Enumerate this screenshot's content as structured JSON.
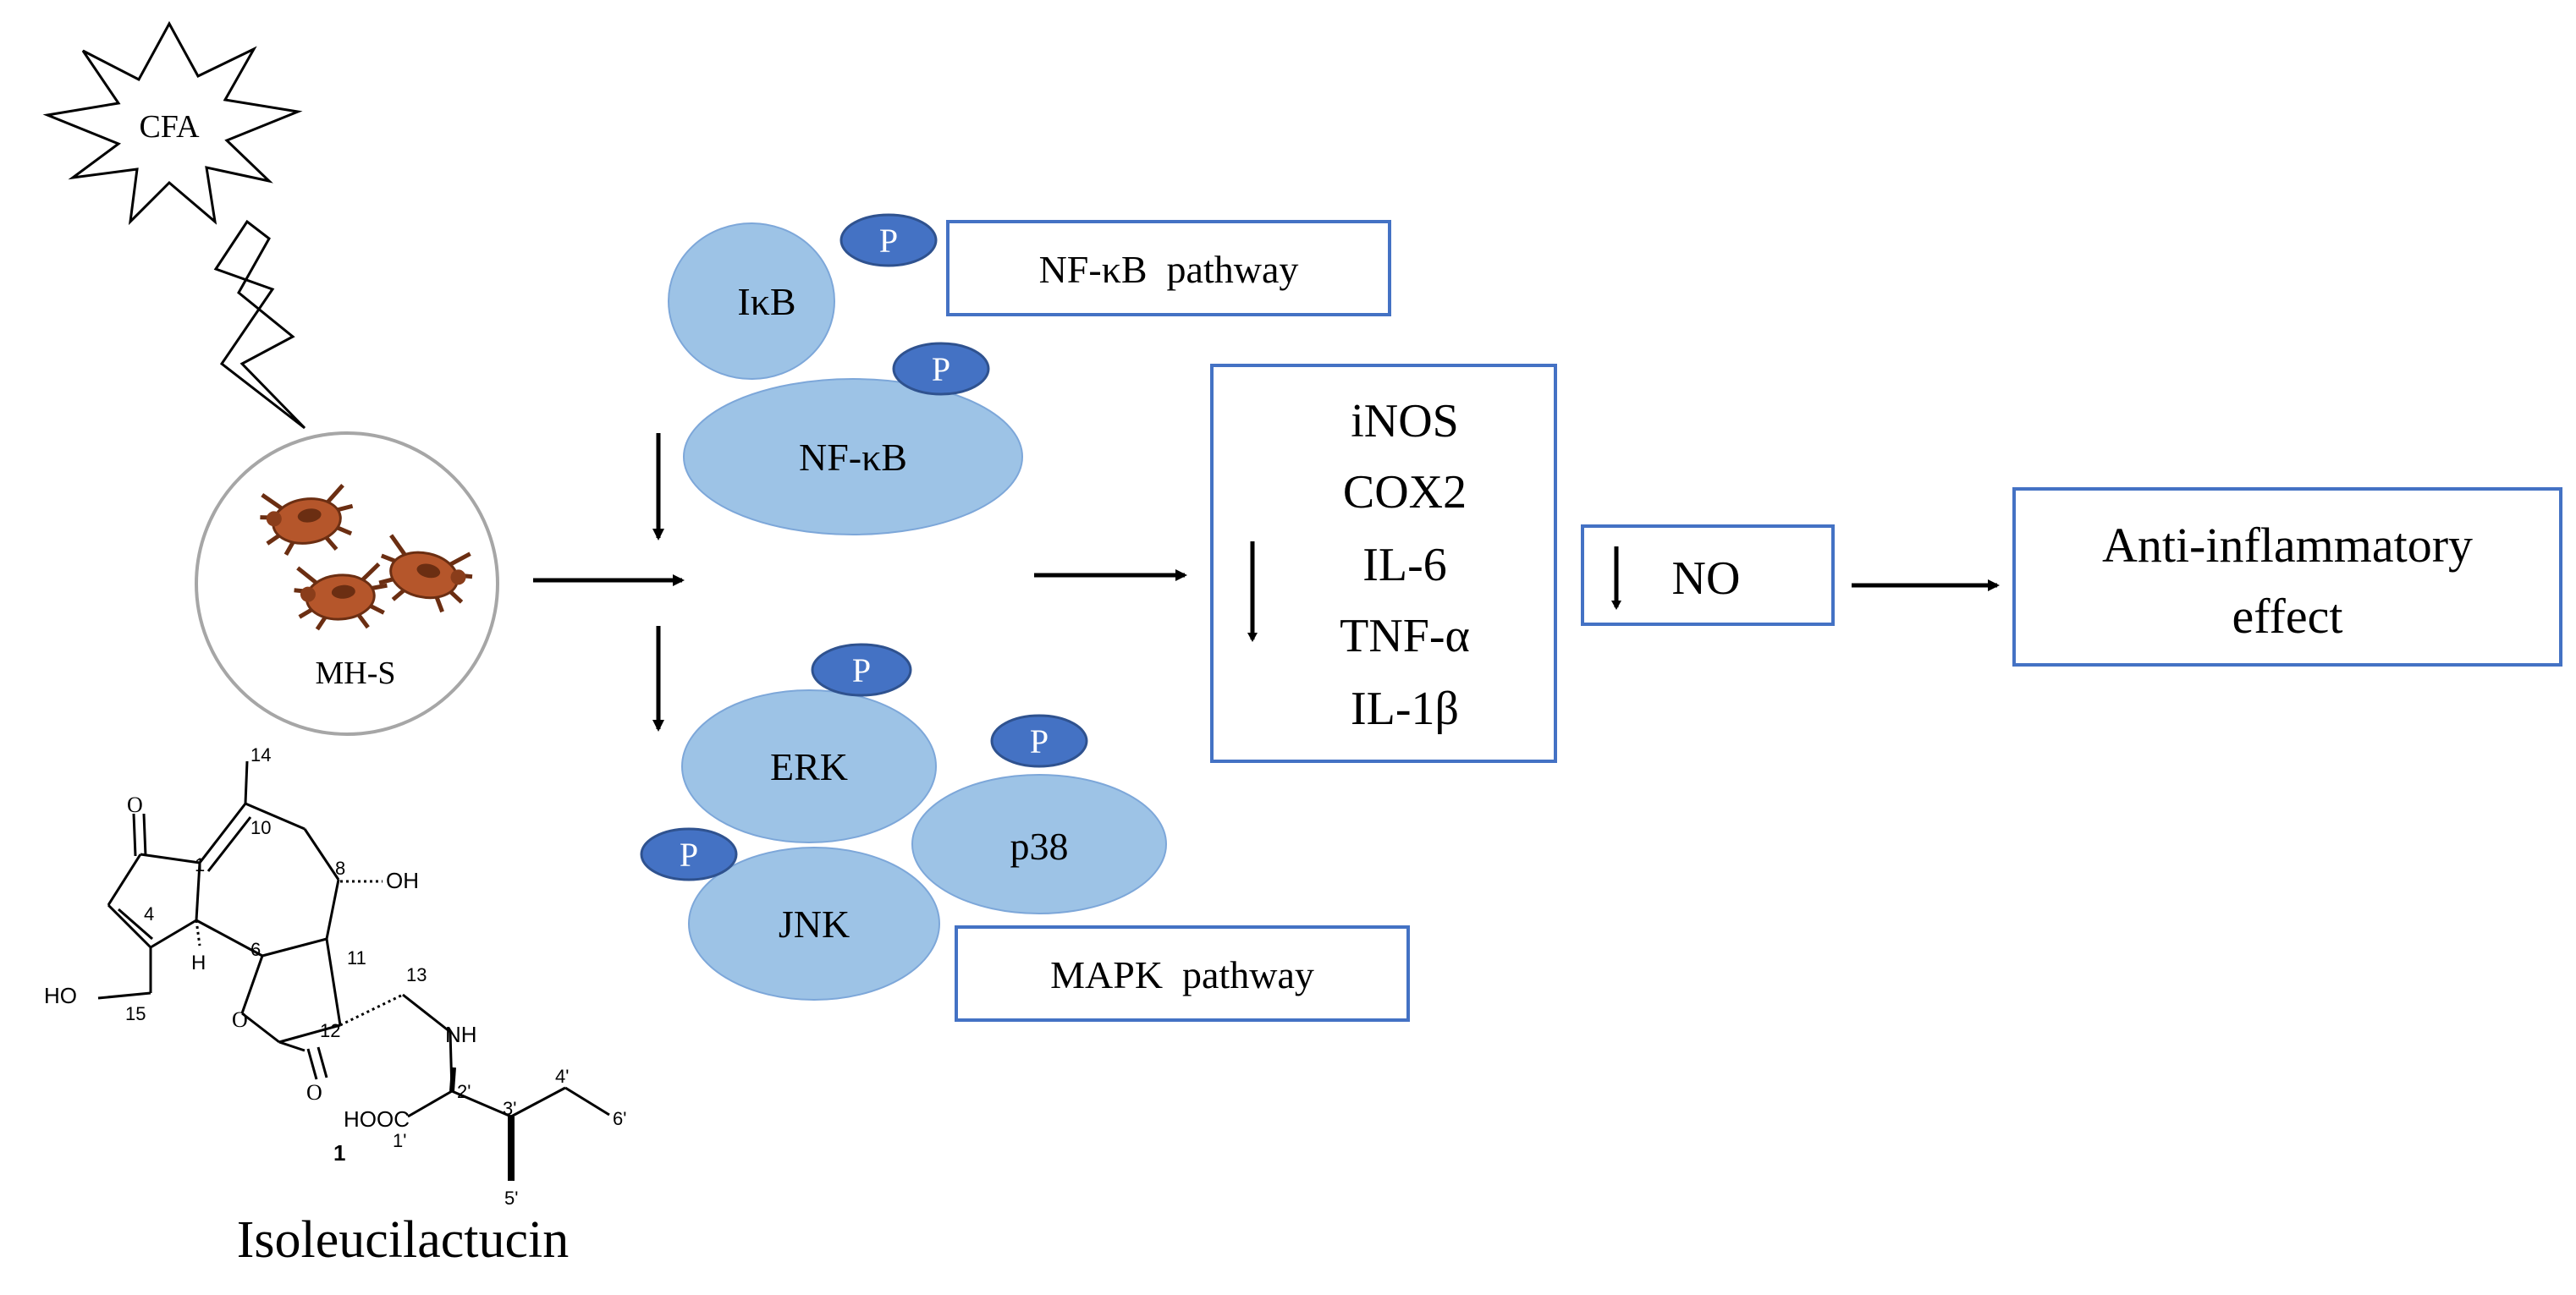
{
  "stimulus": {
    "label": "CFA"
  },
  "cell": {
    "label": "MH-S"
  },
  "compound": {
    "name": "Isoleucilactucin",
    "atom_labels": {
      "c14": "14",
      "c10": "10",
      "c1": "1",
      "c8": "8",
      "oh8": "OH",
      "c4": "4",
      "h5": "H",
      "c6": "6",
      "c11": "11",
      "c13": "13",
      "ho15": "HO",
      "c15": "15",
      "c12": "12",
      "nh": "NH",
      "c2p": "2'",
      "c3p": "3'",
      "c4p": "4'",
      "c6p": "6'",
      "hooc": "HOOC",
      "c1p": "1'",
      "c5p": "5'",
      "cmpd": "1"
    }
  },
  "proteins": {
    "ikb": "IκB",
    "nfkb": "NF-κB",
    "erk": "ERK",
    "jnk": "JNK",
    "p38": "p38",
    "phospho": "P"
  },
  "pathways": {
    "nfkb": "NF-κB  pathway",
    "mapk": "MAPK  pathway"
  },
  "mediators": [
    "iNOS",
    "COX2",
    "IL-6",
    "TNF-α",
    "IL-1β"
  ],
  "no_box": {
    "label": "NO"
  },
  "effect": {
    "line1": "Anti-inflammatory",
    "line2": "effect"
  },
  "colors": {
    "protein_fill": "#9dc3e6",
    "protein_stroke": "#7da7d9",
    "phospho_fill": "#4472c4",
    "phospho_stroke": "#2f528f",
    "box_stroke": "#4472c4",
    "cell_stroke": "#a6a6a6",
    "mite": "#b5562b"
  }
}
